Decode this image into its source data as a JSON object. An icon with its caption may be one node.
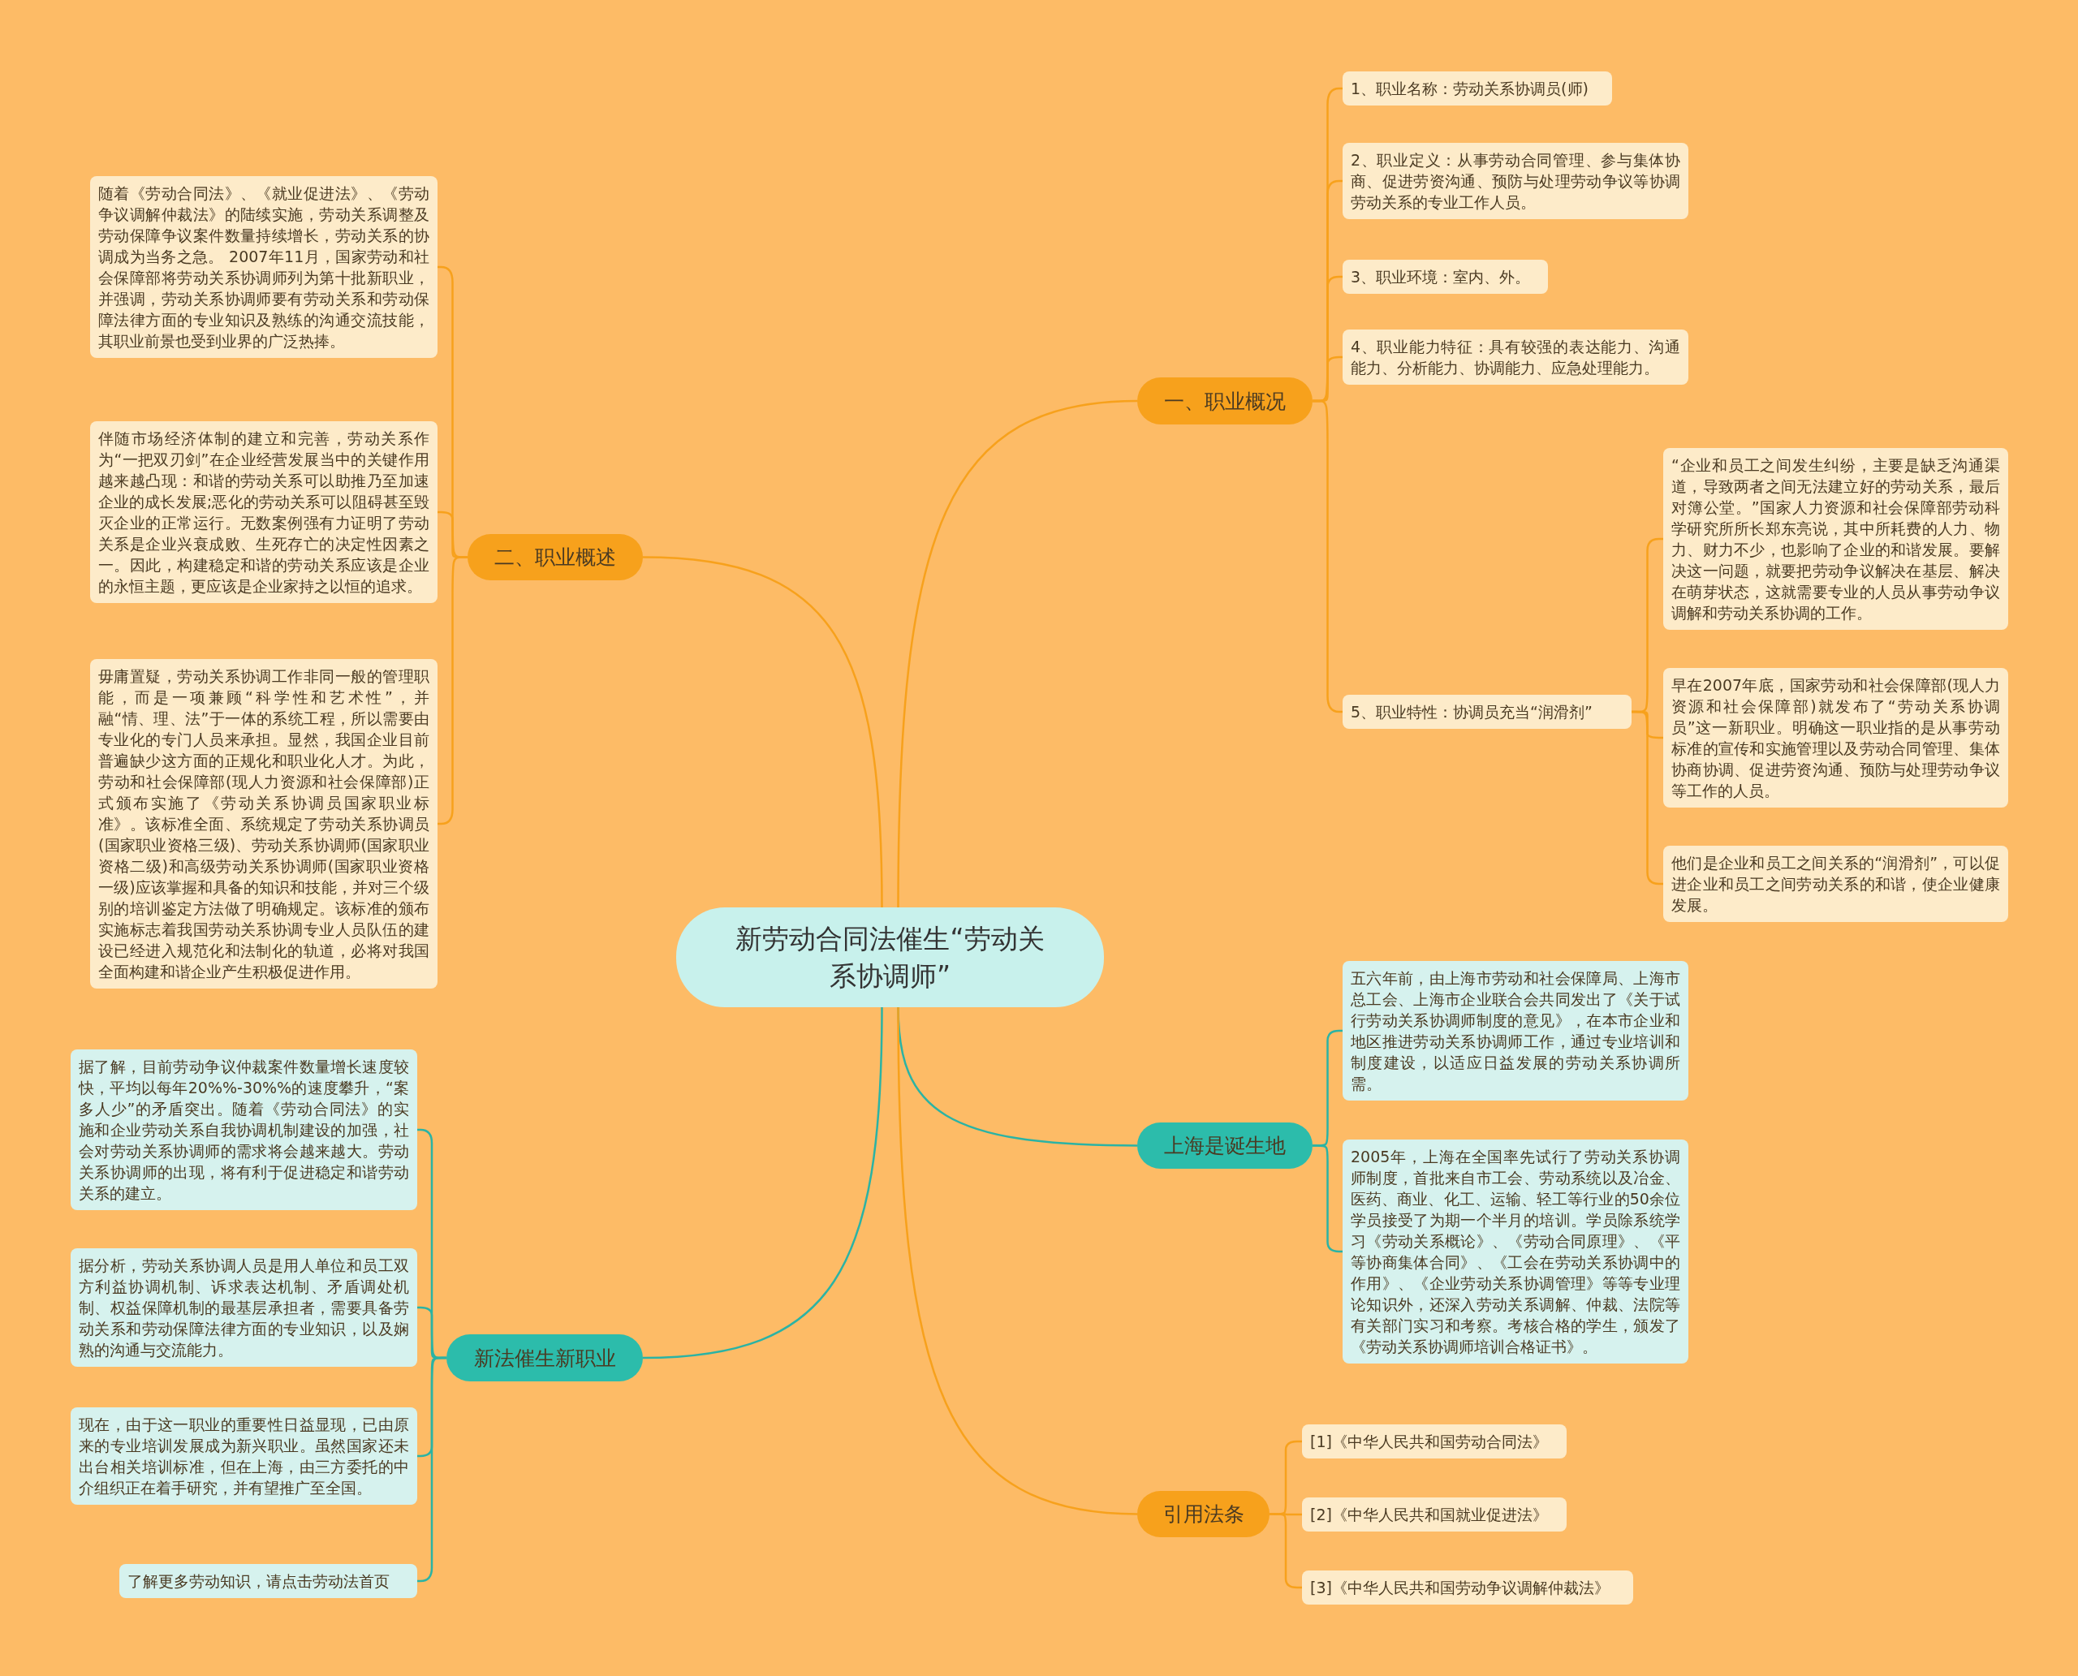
{
  "diagram": {
    "nodes": [
      {
        "text": [
          "新劳动合同法催生“劳动关系协调师”"
        ]
      },
      {
        "text": [
          "一、职业概况"
        ]
      },
      {
        "text": [
          "1、职业名称：劳动关系协调员(师)"
        ]
      },
      {
        "text": [
          "2、职业定义：从事劳动合同管理、参与集体协商、促进劳资沟通、预防与处理劳动争议等协调劳动关系的专业工作人员。"
        ]
      },
      {
        "text": [
          "3、职业环境：室内、外。"
        ]
      },
      {
        "text": [
          "4、职业能力特征：具有较强的表达能力、沟通能力、分析能力、协调能力、应急处理能力。"
        ]
      },
      {
        "text": [
          "5、职业特性：协调员充当“润滑剂”"
        ]
      },
      {
        "text": [
          "“企业和员工之间发生纠纷，主要是缺乏沟通渠道，导致两者之间无法建立好的劳动关系，最后对簿公堂。”国家人力资源和社会保障部劳动科学研究所所长郑东亮说，其中所耗费的人力、物力、财力不少，也影响了企业的和谐发展。要解决这一问题，就要把劳动争议解决在基层、解决在萌芽状态，这就需要专业的人员从事劳动争议调解和劳动关系协调的工作。"
        ]
      },
      {
        "text": [
          "早在2007年底，国家劳动和社会保障部(现人力资源和社会保障部)就发布了“劳动关系协调员”这一新职业。明确这一职业指的是从事劳动标准的宣传和实施管理以及劳动合同管理、集体协商协调、促进劳资沟通、预防与处理劳动争议等工作的人员。"
        ]
      },
      {
        "text": [
          "他们是企业和员工之间关系的“润滑剂”，可以促进企业和员工之间劳动关系的和谐，使企业健康发展。"
        ]
      },
      {
        "text": [
          "上海是诞生地"
        ]
      },
      {
        "text": [
          "五六年前，由上海市劳动和社会保障局、上海市总工会、上海市企业联合会共同发出了《关于试行劳动关系协调师制度的意见》，在本市企业和地区推进劳动关系协调师工作，通过专业培训和制度建设，以适应日益发展的劳动关系协调所需。"
        ]
      },
      {
        "text": [
          "2005年，上海在全国率先试行了劳动关系协调师制度，首批来自市工会、劳动系统以及冶金、医药、商业、化工、运输、轻工等行业的50余位学员接受了为期一个半月的培训。学员除系统学习《劳动关系概论》、《劳动合同原理》、《平等协商集体合同》、《工会在劳动关系协调中的作用》、《企业劳动关系协调管理》等等专业理论知识外，还深入劳动关系调解、仲裁、法院等有关部门实习和考察。考核合格的学生，颁发了《劳动关系协调师培训合格证书》。"
        ]
      },
      {
        "text": [
          "引用法条"
        ]
      },
      {
        "text": [
          "[1]《中华人民共和国劳动合同法》"
        ]
      },
      {
        "text": [
          "[2]《中华人民共和国就业促进法》"
        ]
      },
      {
        "text": [
          "[3]《中华人民共和国劳动争议调解仲裁法》"
        ]
      },
      {
        "text": [
          "二、职业概述"
        ]
      },
      {
        "text": [
          "随着《劳动合同法》、《就业促进法》、《劳动争议调解仲裁法》的陆续实施，劳动关系调整及劳动保障争议案件数量持续增长，劳动关系的协调成为当务之急。 2007年11月，国家劳动和社会保障部将劳动关系协调师列为第十批新职业，并强调，劳动关系协调师要有劳动关系和劳动保障法律方面的专业知识及熟练的沟通交流技能，其职业前景也受到业界的广泛热捧。"
        ]
      },
      {
        "text": [
          "伴随市场经济体制的建立和完善，劳动关系作为“一把双刃剑”在企业经营发展当中的关键作用越来越凸现：和谐的劳动关系可以助推乃至加速企业的成长发展;恶化的劳动关系可以阻碍甚至毁灭企业的正常运行。无数案例强有力证明了劳动关系是企业兴衰成败、生死存亡的决定性因素之一。因此，构建稳定和谐的劳动关系应该是企业的永恒主题，更应该是企业家持之以恒的追求。"
        ]
      },
      {
        "text": [
          "毋庸置疑，劳动关系协调工作非同一般的管理职能，而是一项兼顾“科学性和艺术性”，并融“情、理、法”于一体的系统工程，所以需要由专业化的专门人员来承担。显然，我国企业目前普遍缺少这方面的正规化和职业化人才。为此，劳动和社会保障部(现人力资源和社会保障部)正式颁布实施了《劳动关系协调员国家职业标准》。该标准全面、系统规定了劳动关系协调员(国家职业资格三级)、劳动关系协调师(国家职业资格二级)和高级劳动关系协调师(国家职业资格一级)应该掌握和具备的知识和技能，并对三个级别的培训鉴定方法做了明确规定。该标准的颁布实施标志着我国劳动关系协调专业人员队伍的建设已经进入规范化和法制化的轨道，必将对我国全面构建和谐企业产生积极促进作用。"
        ]
      },
      {
        "text": [
          "新法催生新职业"
        ]
      },
      {
        "text": [
          "据了解，目前劳动争议仲裁案件数量增长速度较快，平均以每年20%%-30%%的速度攀升，“案多人少”的矛盾突出。随着《劳动合同法》的实施和企业劳动关系自我协调机制建设的加强，社会对劳动关系协调师的需求将会越来越大。劳动关系协调师的出现，将有利于促进稳定和谐劳动关系的建立。"
        ]
      },
      {
        "text": [
          "据分析，劳动关系协调人员是用人单位和员工双方利益协调机制、诉求表达机制、矛盾调处机制、权益保障机制的最基层承担者，需要具备劳动关系和劳动保障法律方面的专业知识，以及娴熟的沟通与交流能力。"
        ]
      },
      {
        "text": [
          "现在，由于这一职业的重要性日益显现，已由原来的专业培训发展成为新兴职业。虽然国家还未出台相关培训标准，但在上海，由三方委托的中介组织正在着手研究，并有望推广至全国。"
        ]
      },
      {
        "text": [
          "了解更多劳动知识，请点击劳动法首页"
        ]
      }
    ],
    "edges": [
      {
        "from": 0,
        "to": 1,
        "arrow": "none"
      },
      {
        "from": 1,
        "to": 2,
        "arrow": "none"
      },
      {
        "from": 1,
        "to": 3,
        "arrow": "none"
      },
      {
        "from": 1,
        "to": 4,
        "arrow": "none"
      },
      {
        "from": 1,
        "to": 5,
        "arrow": "none"
      },
      {
        "from": 1,
        "to": 6,
        "arrow": "none"
      },
      {
        "from": 6,
        "to": 7,
        "arrow": "none"
      },
      {
        "from": 6,
        "to": 8,
        "arrow": "none"
      },
      {
        "from": 6,
        "to": 9,
        "arrow": "none"
      },
      {
        "from": 0,
        "to": 10,
        "arrow": "none",
        "color": "#2bb3a4"
      },
      {
        "from": 10,
        "to": 11,
        "arrow": "none",
        "color": "#2bb3a4"
      },
      {
        "from": 10,
        "to": 12,
        "arrow": "none",
        "color": "#2bb3a4"
      },
      {
        "from": 0,
        "to": 13,
        "arrow": "none"
      },
      {
        "from": 13,
        "to": 14,
        "arrow": "none"
      },
      {
        "from": 13,
        "to": 15,
        "arrow": "none"
      },
      {
        "from": 13,
        "to": 16,
        "arrow": "none"
      },
      {
        "from": 0,
        "to": 17,
        "arrow": "none"
      },
      {
        "from": 17,
        "to": 18,
        "arrow": "none"
      },
      {
        "from": 17,
        "to": 19,
        "arrow": "none"
      },
      {
        "from": 17,
        "to": 20,
        "arrow": "none"
      },
      {
        "from": 0,
        "to": 21,
        "arrow": "none",
        "color": "#2bb3a4"
      },
      {
        "from": 21,
        "to": 22,
        "arrow": "none",
        "color": "#2bb3a4"
      },
      {
        "from": 21,
        "to": 23,
        "arrow": "none",
        "color": "#2bb3a4"
      },
      {
        "from": 21,
        "to": 24,
        "arrow": "none",
        "color": "#2bb3a4"
      },
      {
        "from": 21,
        "to": 25,
        "arrow": "none",
        "color": "#2bb3a4"
      }
    ]
  }
}
